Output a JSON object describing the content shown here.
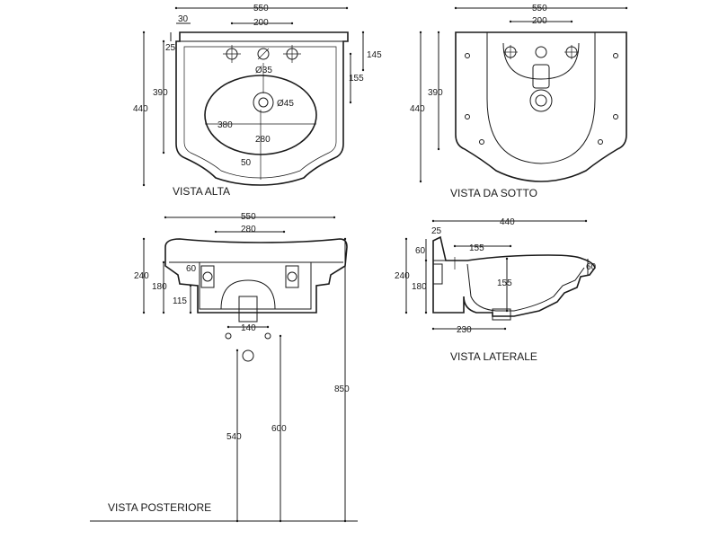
{
  "labels": {
    "top_view": "VISTA ALTA",
    "bottom_view": "VISTA DA SOTTO",
    "side_view": "VISTA LATERALE",
    "rear_view": "VISTA POSTERIORE"
  },
  "dims": {
    "top": {
      "width": "550",
      "lip": "30",
      "holes": "200",
      "rim": "25",
      "tap_offset": "145",
      "overflow_offset": "155",
      "depth_inner": "390",
      "depth_total": "440",
      "tap_hole": "Ø35",
      "drain_hole": "Ø45",
      "bowl_width": "380",
      "bowl_depth": "280",
      "front_rim": "50"
    },
    "bottom": {
      "width": "550",
      "holes": "200",
      "depth_inner": "390",
      "depth_total": "440"
    },
    "rear": {
      "width": "550",
      "bowl": "280",
      "height_total": "240",
      "height_body": "180",
      "rim": "60",
      "outlet": "115",
      "outlet_width": "140",
      "fix_1": "540",
      "fix_2": "600",
      "fix_3": "850"
    },
    "side": {
      "depth": "440",
      "rim": "25",
      "top_rim": "60",
      "bowl_offset": "155",
      "bowl_depth": "155",
      "front_rim": "60",
      "height_total": "240",
      "height_body": "180",
      "base": "230"
    }
  }
}
